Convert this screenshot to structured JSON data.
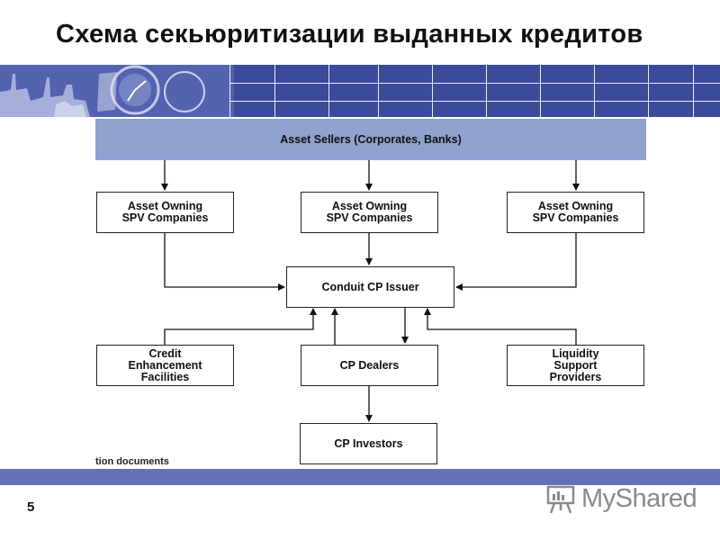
{
  "slide": {
    "title": "Схема секьюритизации  выданных кредитов",
    "page_number": "5",
    "footnote": "tion documents",
    "logo_text": "MyShared"
  },
  "diagram": {
    "sellers": "Asset Sellers (Corporates, Banks)",
    "spv_left": "Asset Owning\nSPV Companies",
    "spv_mid": "Asset Owning\nSPV Companies",
    "spv_right": "Asset Owning\nSPV Companies",
    "conduit": "Conduit CP Issuer",
    "credit": "Credit\nEnhancement\nFacilities",
    "dealers": "CP Dealers",
    "liquidity": "Liquidity\nSupport\nProviders",
    "investors": "CP Investors"
  },
  "colors": {
    "banner": "#3b4a9a",
    "sellers_fill": "#8fa1cf",
    "bottom_bar": "#6670b8"
  }
}
